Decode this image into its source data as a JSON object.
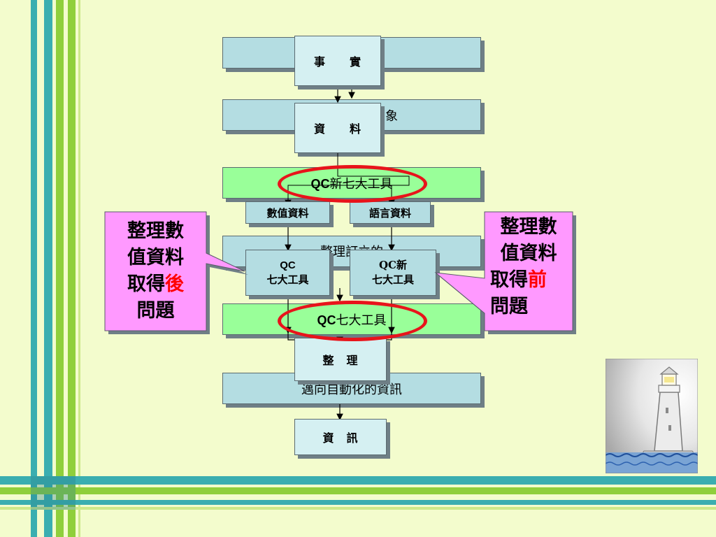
{
  "flow": {
    "back_row4_text": "整理訂立的",
    "back_row2_text": "象",
    "back_bottom": "邁向自動化的資訊",
    "tool_new": "QC新七大工具",
    "tool_old": "QC七大工具",
    "tool_prefix": "QC",
    "tool_new_suffix": "新七大工具",
    "tool_old_suffix": "七大工具",
    "front_fact": "事　　實",
    "front_data": "資　　料",
    "numeric_data": "數值資料",
    "language_data": "語言資料",
    "qc_left_line1": "QC",
    "qc_left_line2": "七大工具",
    "qc_right_line1": "QC新",
    "qc_right_line2": "七大工具",
    "front_organize": "整　理",
    "front_info": "資　訊"
  },
  "callouts": {
    "left_line1": "整理數",
    "left_line2": "值資料",
    "left_line3_prefix": "取得",
    "left_line3_red": "後",
    "left_line4": "問題",
    "right_line1": "整理數",
    "right_line2": "值資料",
    "right_line3_prefix": "取得",
    "right_line3_red": "前",
    "right_line4": "問題"
  },
  "colors": {
    "background": "#f3fccd",
    "box_blue": "#b4dde2",
    "box_green": "#99ff99",
    "callout_fill": "#ff99ff",
    "ellipse_red": "#e8141b",
    "stripe_teal": "#3aaeb0",
    "stripe_green": "#8fcf3b"
  },
  "icons": {
    "lighthouse": "lighthouse-image"
  }
}
